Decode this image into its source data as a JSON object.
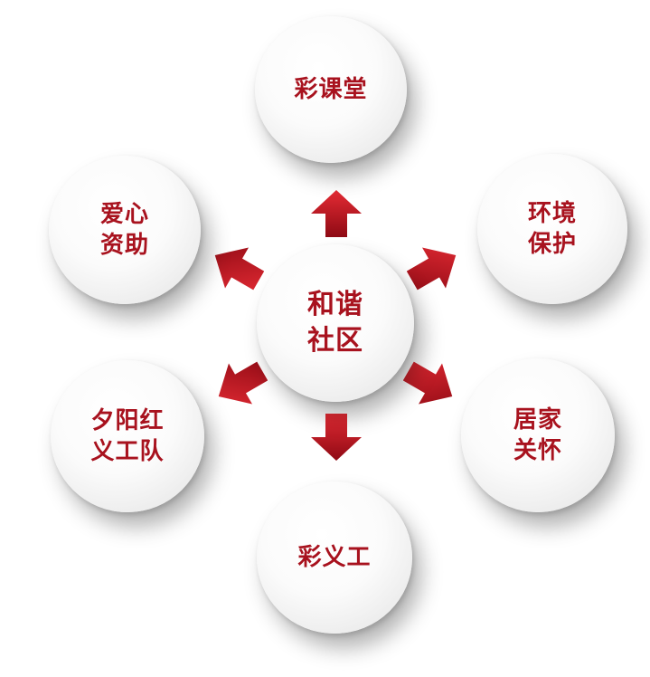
{
  "center": {
    "label": "和谐\n社区"
  },
  "satellites": [
    {
      "key": "top",
      "label": "彩课堂"
    },
    {
      "key": "upper-right",
      "label": "环境\n保护"
    },
    {
      "key": "lower-right",
      "label": "居家\n关怀"
    },
    {
      "key": "bottom",
      "label": "彩义工"
    },
    {
      "key": "lower-left",
      "label": "夕阳红\n义工队"
    },
    {
      "key": "upper-left",
      "label": "爱心\n资助"
    }
  ],
  "colors": {
    "accent": "#b00d1c",
    "text": "#a8121e",
    "circle": "#f5f5f5"
  },
  "arrow_icon": "thick-arrow-icon"
}
